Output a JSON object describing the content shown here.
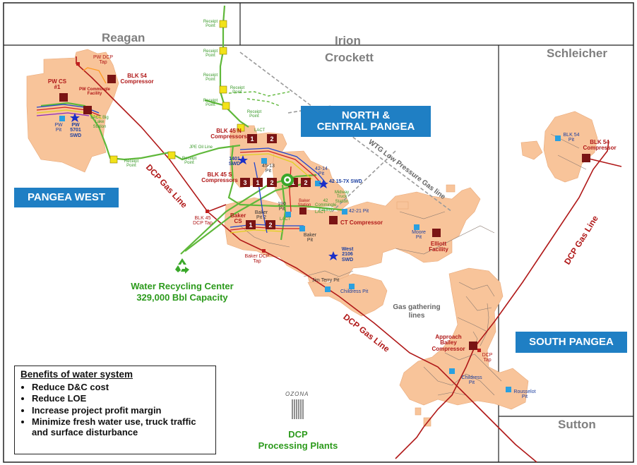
{
  "counties": {
    "reagan": "Reagan",
    "irion": "Irion",
    "crockett": "Crockett",
    "schleicher": "Schleicher",
    "sutton": "Sutton"
  },
  "regions": {
    "north_central": "NORTH & CENTRAL PANGEA",
    "pangea_west": "PANGEA WEST",
    "south_pangea": "SOUTH PANGEA"
  },
  "compressors": {
    "blk54_west": "BLK 54 Compressor",
    "blk54_east": "BLK 54 Compressor",
    "pw_cs1": "PW CS #1",
    "pw_commingle": "PW Commingle Facility",
    "blk45n": "BLK 45 N Compressors",
    "blk45s": "BLK 45 S Compressors",
    "baker_cs": "Baker CS",
    "ct": "CT Compressor",
    "elliott": "Elliott Facility",
    "approach_bailey": "Approach Bailey Compressor"
  },
  "unit_numbers": [
    "1",
    "2",
    "3",
    "1",
    "2",
    "1",
    "2",
    "1",
    "2"
  ],
  "swd": {
    "pw5701": "PW 5701 SWD",
    "s1401": "1401 SWD",
    "s4215": "42 15-7X SWD",
    "west2106": "West 2106 SWD"
  },
  "pits": {
    "pw_pit": "PW Pit",
    "blk54_pit": "BLK 54 Pit",
    "p4513": "45-13 Pit",
    "p4214": "42-14 Pit",
    "p190": "190 Pit",
    "baker_pit2": "Baker Pit 2",
    "baker_pit": "Baker Pit",
    "p4221": "42-21 Pit",
    "moore": "Moore Pit",
    "jim_terry": "Jim Terry Pit",
    "childress1": "Childress Pit",
    "childress2": "Childress Pit",
    "rousselot": "Rousselot Pit"
  },
  "taps": {
    "pw_dcp": "PW DCP Tap",
    "blk45_dcp": "BLK 45 DCP Tap",
    "baker_dcp": "Baker DCP Tap",
    "approach_dcp": "DCP Tap"
  },
  "misc": {
    "receipt_point": "Receipt Point",
    "jpe_oil_line": "JPE Oil Line",
    "lact": "LACT",
    "lact_big_lake": "LACT Big Lake Station",
    "baker_station": "Baker Station",
    "commingle_facility": "42 Commingle Facility",
    "midway_truck": "Midway Truck Station",
    "gas_gathering": "Gas gathering lines",
    "wtg_line": "WTG Low Pressure Gas line",
    "dcp_gas_line": "DCP Gas Line",
    "ozona": "OZONA"
  },
  "water_center": {
    "line1": "Water Recycling Center",
    "line2": "329,000 Bbl Capacity"
  },
  "dcp_plants": {
    "line1": "DCP",
    "line2": "Processing Plants"
  },
  "benefits": {
    "title": "Benefits of water system",
    "items": [
      "Reduce D&C cost",
      "Reduce LOE",
      "Increase project profit margin",
      "Minimize fresh water use, truck traffic and surface disturbance"
    ]
  },
  "colors": {
    "acreage": "#f8c49a",
    "acreage_edge": "#e8a878",
    "county_line": "#222222",
    "dcp_line": "#b01818",
    "region_box": "#1f7fc4",
    "green_pipe": "#5fb83a",
    "compressor": "#7a1414",
    "receipt_point": "#f2e21a",
    "pit": "#29a0e0",
    "swd_star": "#1a2fc8"
  }
}
